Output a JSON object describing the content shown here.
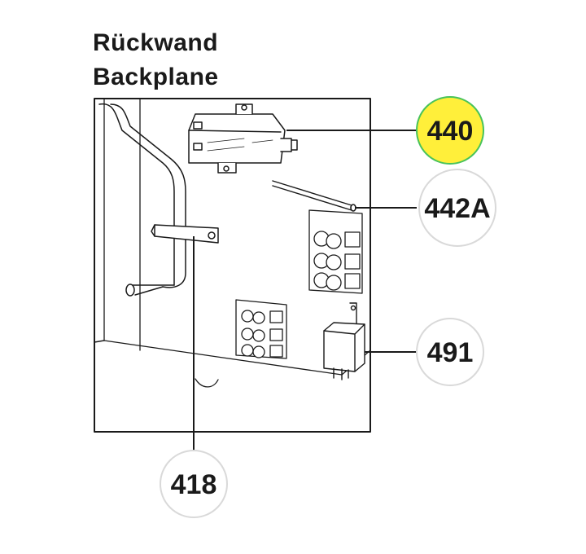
{
  "header": {
    "title_de": "Rückwand",
    "title_en": "Backplane"
  },
  "callouts": [
    {
      "id": "440",
      "label": "440",
      "highlight": true,
      "highlight_color": "#ffef3a"
    },
    {
      "id": "442A",
      "label": "442A",
      "highlight": false
    },
    {
      "id": "491",
      "label": "491",
      "highlight": false
    },
    {
      "id": "418",
      "label": "418",
      "highlight": false
    }
  ],
  "colors": {
    "line": "#1a1a1a",
    "circle_border": "#d9d9d9",
    "highlight_fill": "#ffef3a",
    "highlight_border": "#48c35a"
  }
}
